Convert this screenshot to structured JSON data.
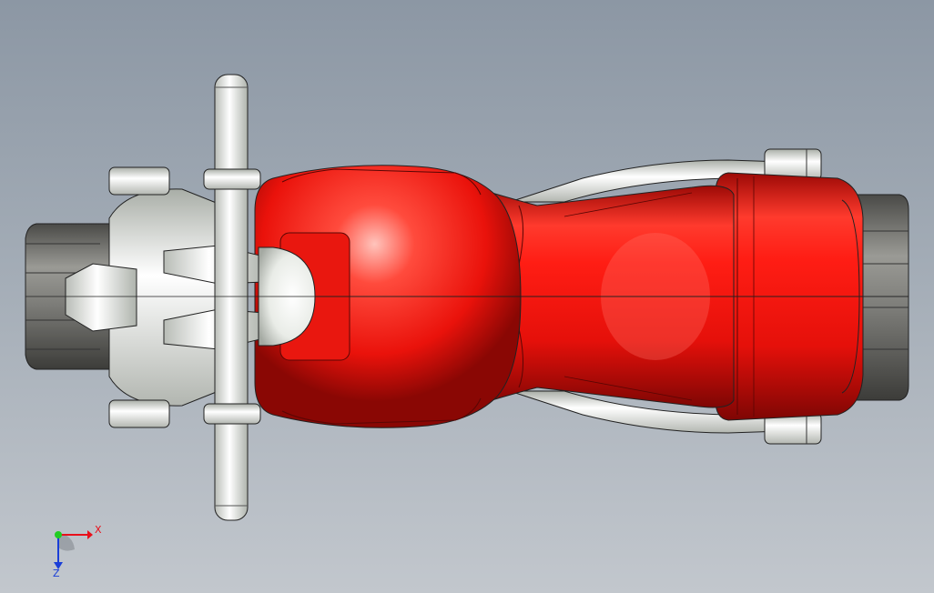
{
  "viewport": {
    "model": "motorcycle",
    "view": "top"
  },
  "colors": {
    "body": "#e8110c",
    "body_highlight": "#ff6a5c",
    "body_shadow": "#8f0805",
    "chrome": "#e4e6e2",
    "chrome_shadow": "#9ea39d",
    "tire": "#6e6e6a",
    "tire_dark": "#3a3a38",
    "background_top": "#8c97a4",
    "background_bottom": "#c2c7cd",
    "axis_x": "#e8101b",
    "axis_y": "#22cc22",
    "axis_z": "#1a3ed8"
  },
  "triad": {
    "x_label": "X",
    "z_label": "Z"
  }
}
